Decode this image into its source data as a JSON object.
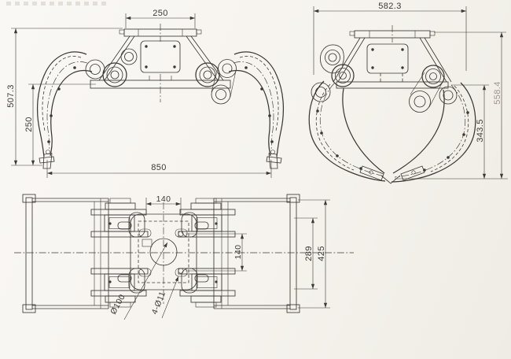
{
  "document": {
    "colors": {
      "paper": "#f6f3ee",
      "ink": "#3c3935",
      "ink_faded": "#9b968c"
    }
  },
  "views": {
    "front": {
      "dims": {
        "top_width": "250",
        "overall_height": "507.3",
        "jaw_height": "250",
        "opening_width": "850"
      }
    },
    "side": {
      "dims": {
        "overall_width": "582.3",
        "overall_height": "558.4",
        "jaw_height": "343.5"
      }
    },
    "plan": {
      "dims": {
        "lug_spacing": "140",
        "hole_spacing": "140",
        "mount_span": "289",
        "body_width": "425",
        "center_bore": "Ø100",
        "bolt_holes": "4-Ø11"
      }
    }
  }
}
